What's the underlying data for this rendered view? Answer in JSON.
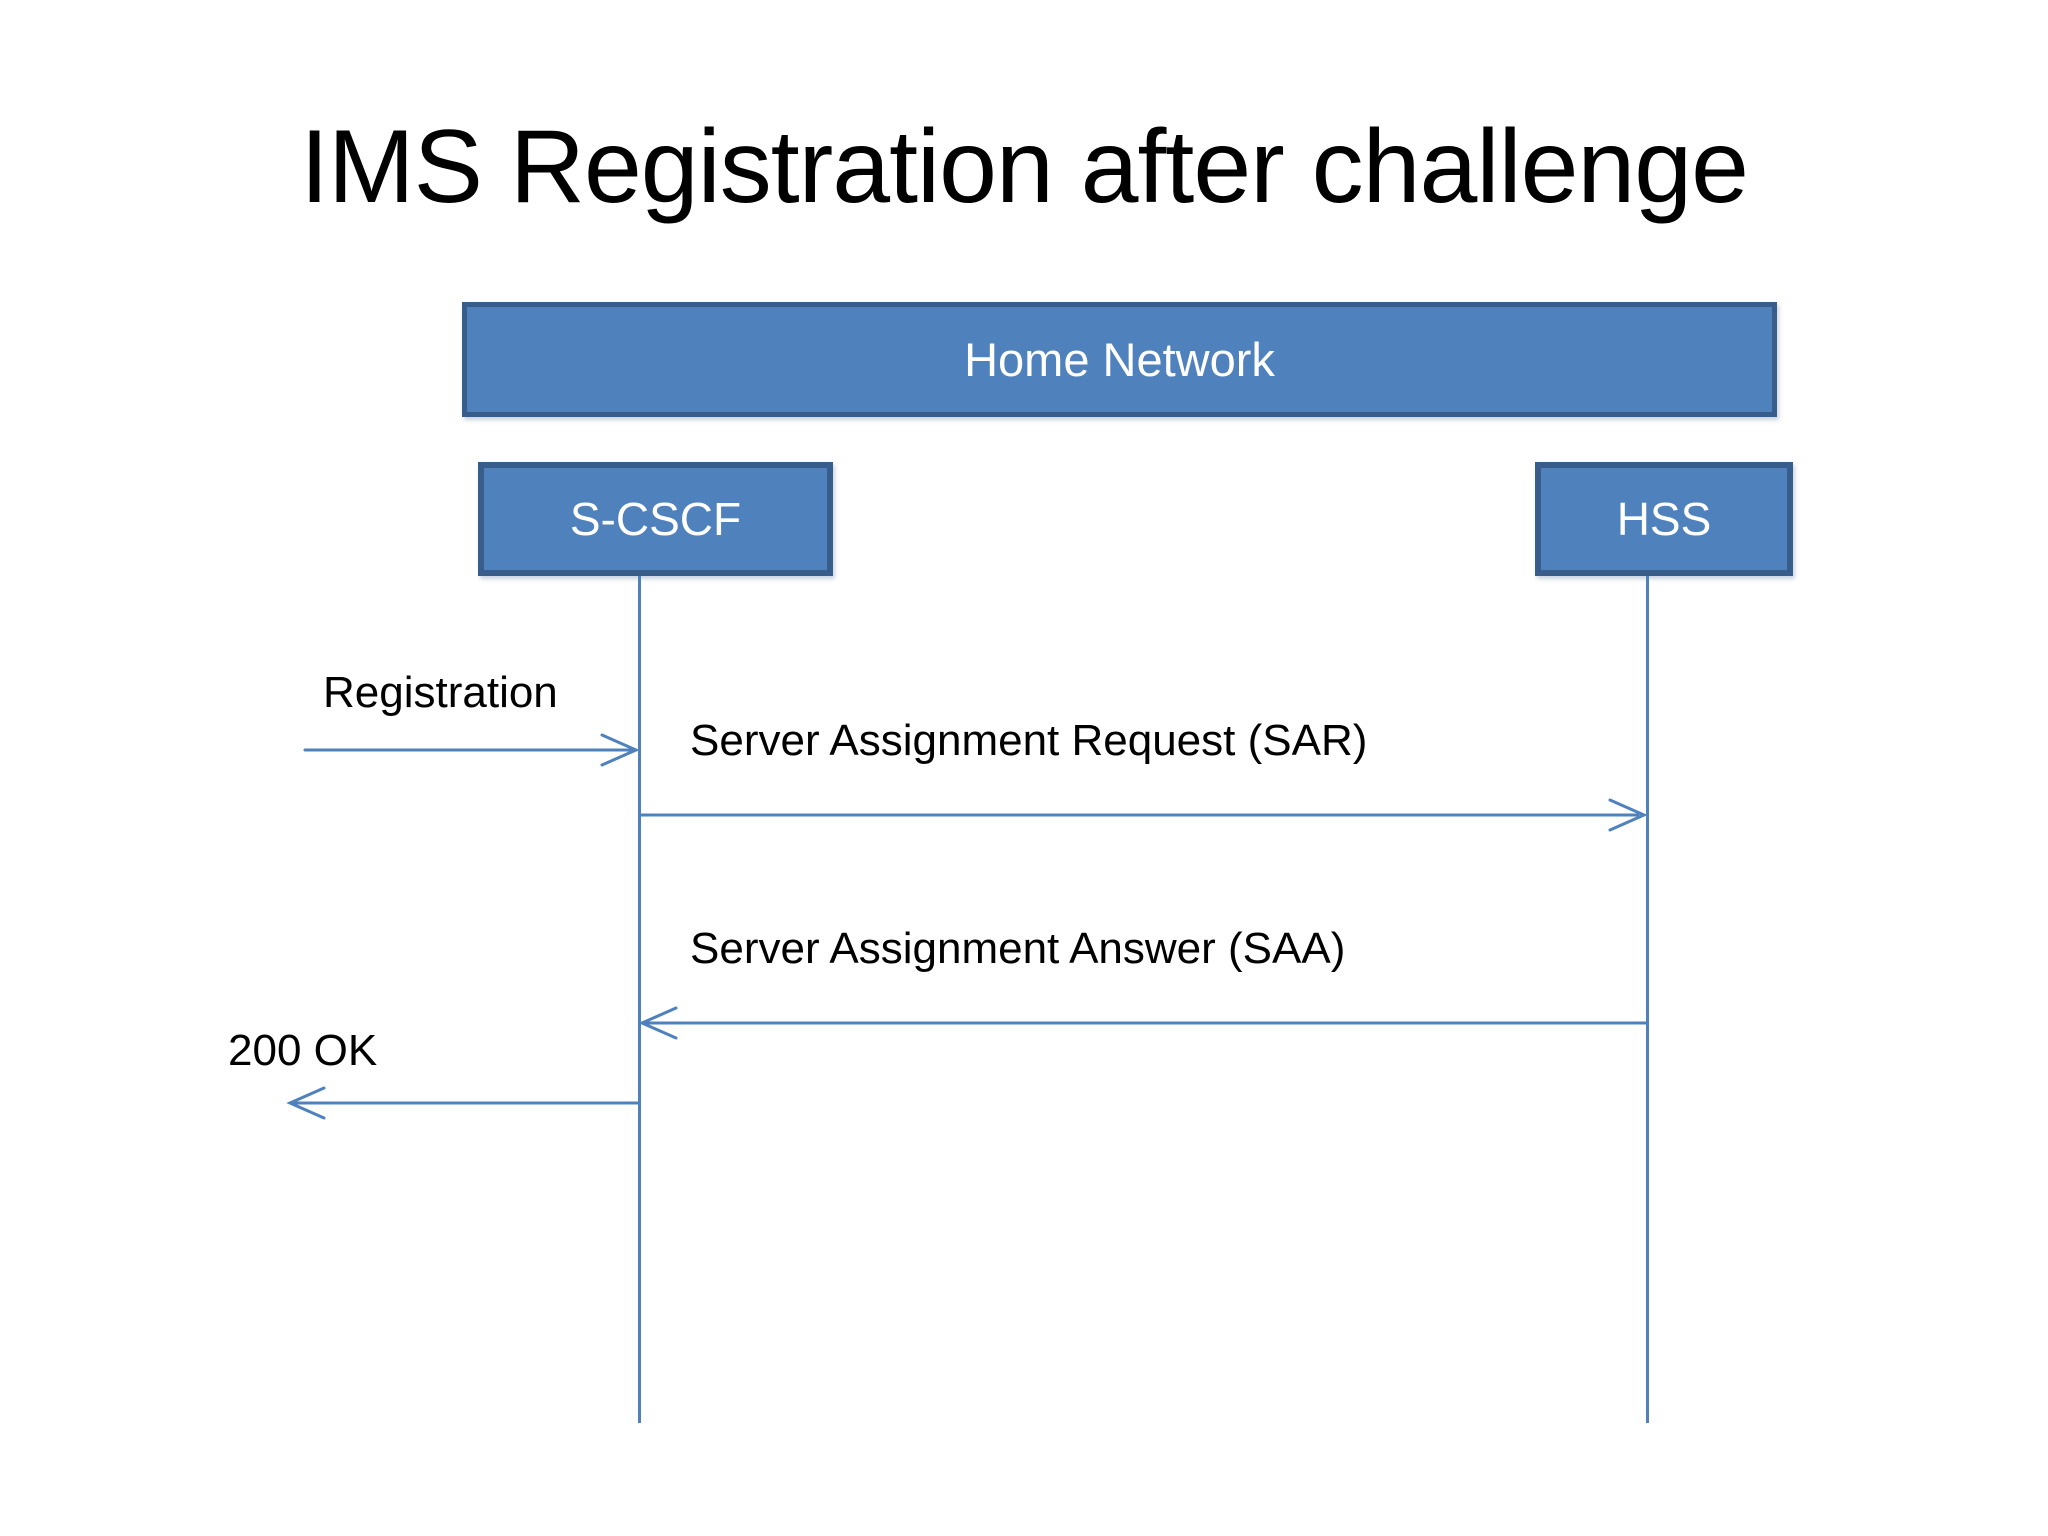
{
  "slide": {
    "title": "IMS Registration after challenge"
  },
  "diagram": {
    "type": "sequence-diagram",
    "container_label": "Home Network",
    "actors": [
      {
        "id": "s-cscf",
        "label": "S-CSCF"
      },
      {
        "id": "hss",
        "label": "HSS"
      }
    ],
    "messages": [
      {
        "label": "Registration",
        "direction": "right",
        "target": "S-CSCF",
        "source": "off-slide-left"
      },
      {
        "label": "Server Assignment Request (SAR)",
        "direction": "right",
        "source": "S-CSCF",
        "target": "HSS"
      },
      {
        "label": "Server Assignment Answer (SAA)",
        "direction": "left",
        "source": "HSS",
        "target": "S-CSCF"
      },
      {
        "label": "200 OK",
        "direction": "left",
        "source": "S-CSCF",
        "target": "off-slide-left"
      }
    ],
    "colors": {
      "box_fill": "#4f81bd",
      "box_border": "#385d8a",
      "arrow": "#4f81bd",
      "box_text": "#ffffff",
      "label_text": "#000000",
      "background": "#ffffff"
    }
  }
}
